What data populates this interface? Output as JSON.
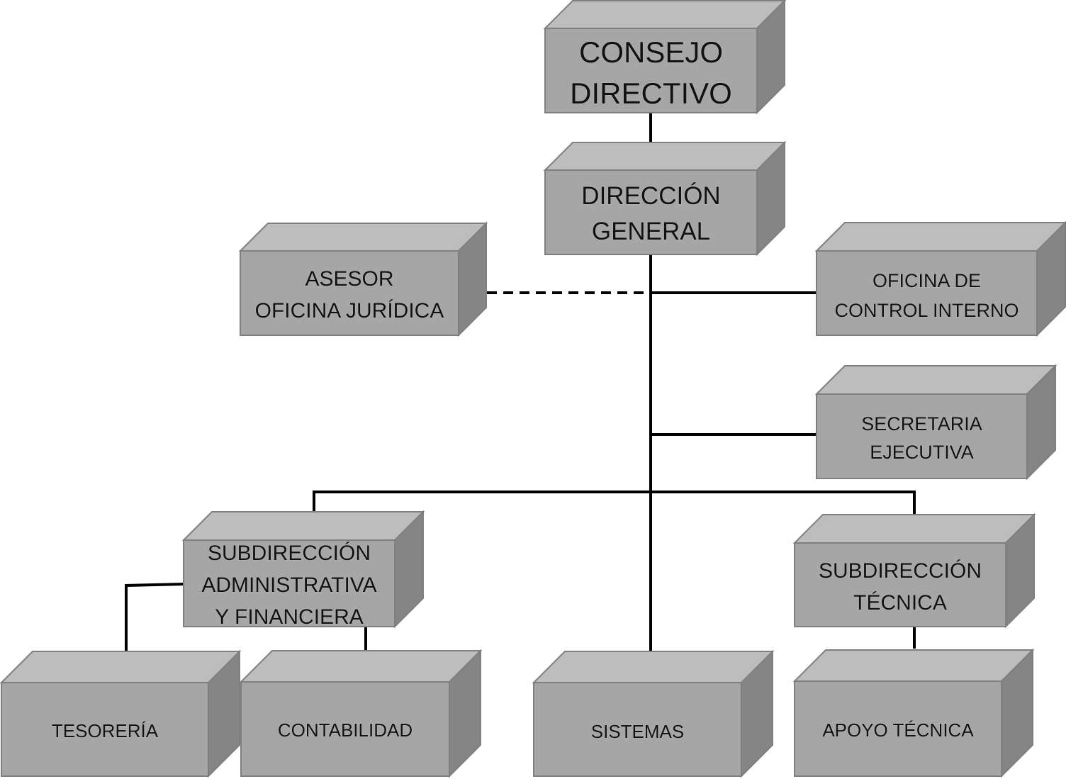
{
  "title": "Organigrama",
  "nodes": {
    "consejo": {
      "lines": [
        "CONSEJO",
        "DIRECTIVO"
      ]
    },
    "direccion": {
      "lines": [
        "DIRECCIÓN",
        "GENERAL"
      ]
    },
    "asesor": {
      "lines": [
        "ASESOR",
        "OFICINA JURÍDICA"
      ]
    },
    "control": {
      "lines": [
        "OFICINA DE",
        "CONTROL INTERNO"
      ]
    },
    "secretaria": {
      "lines": [
        "SECRETARIA",
        "EJECUTIVA"
      ]
    },
    "subadmin": {
      "lines": [
        "SUBDIRECCIÓN",
        "ADMINISTRATIVA",
        "Y FINANCIERA"
      ]
    },
    "subtecnica": {
      "lines": [
        "SUBDIRECCIÓN",
        "TÉCNICA"
      ]
    },
    "tesoreria": {
      "lines": [
        "TESORERÍA"
      ]
    },
    "contabilidad": {
      "lines": [
        "CONTABILIDAD"
      ]
    },
    "sistemas": {
      "lines": [
        "SISTEMAS"
      ]
    },
    "apoyo": {
      "lines": [
        "APOYO TÉCNICA"
      ]
    }
  },
  "edges": [
    {
      "from": "consejo",
      "to": "direccion",
      "style": "solid"
    },
    {
      "from": "direccion",
      "to": "asesor",
      "style": "dashed"
    },
    {
      "from": "direccion",
      "to": "control",
      "style": "solid"
    },
    {
      "from": "direccion",
      "to": "secretaria",
      "style": "solid"
    },
    {
      "from": "direccion",
      "to": "subadmin",
      "style": "solid"
    },
    {
      "from": "direccion",
      "to": "subtecnica",
      "style": "solid"
    },
    {
      "from": "direccion",
      "to": "sistemas",
      "style": "solid"
    },
    {
      "from": "subadmin",
      "to": "tesoreria",
      "style": "solid"
    },
    {
      "from": "subadmin",
      "to": "contabilidad",
      "style": "solid"
    },
    {
      "from": "subtecnica",
      "to": "apoyo",
      "style": "solid"
    }
  ],
  "colors": {
    "front": "#a6a6a6",
    "top": "#bdbdbd",
    "side": "#858585",
    "line": "#000000"
  }
}
